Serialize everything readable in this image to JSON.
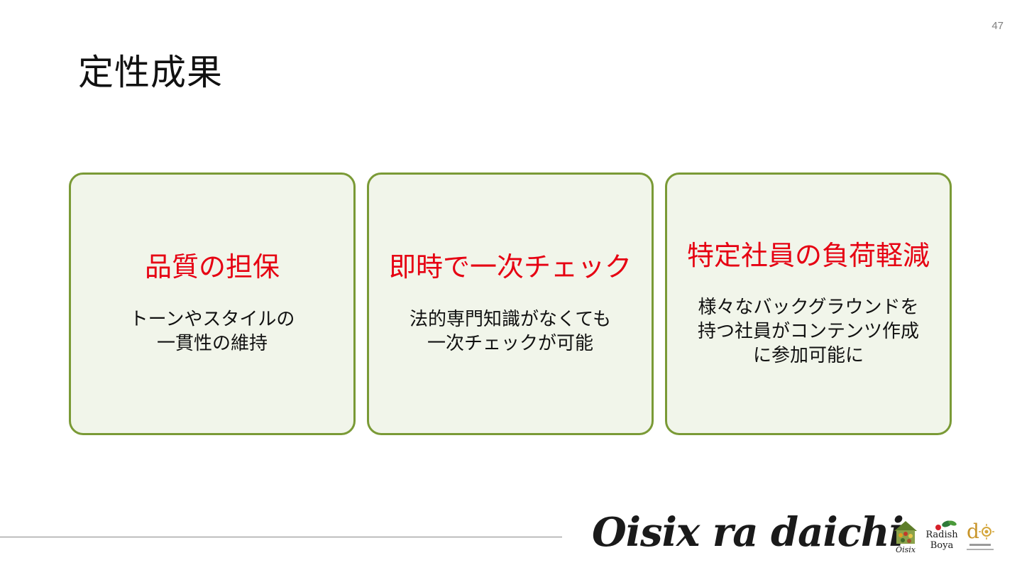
{
  "slide": {
    "page_number": "47",
    "title": "定性成果"
  },
  "cards": [
    {
      "heading": "品質の担保",
      "body_lines": [
        "トーンやスタイルの",
        "一貫性の維持"
      ]
    },
    {
      "heading": "即時で一次チェック",
      "body_lines": [
        "法的専門知識がなくても",
        "一次チェックが可能"
      ]
    },
    {
      "heading": "特定社員の負荷軽減",
      "body_lines": [
        "様々なバックグラウンドを",
        "持つ社員がコンテンツ作成",
        "に参加可能に"
      ]
    }
  ],
  "footer": {
    "brand": "Oisix ra daichi",
    "logos": {
      "oisix": "Oisix",
      "radish_1": "Radish",
      "radish_2": "Boya"
    }
  },
  "colors": {
    "card_border": "#7a9a36",
    "card_fill": "#f1f5ea",
    "heading": "#e60012"
  }
}
